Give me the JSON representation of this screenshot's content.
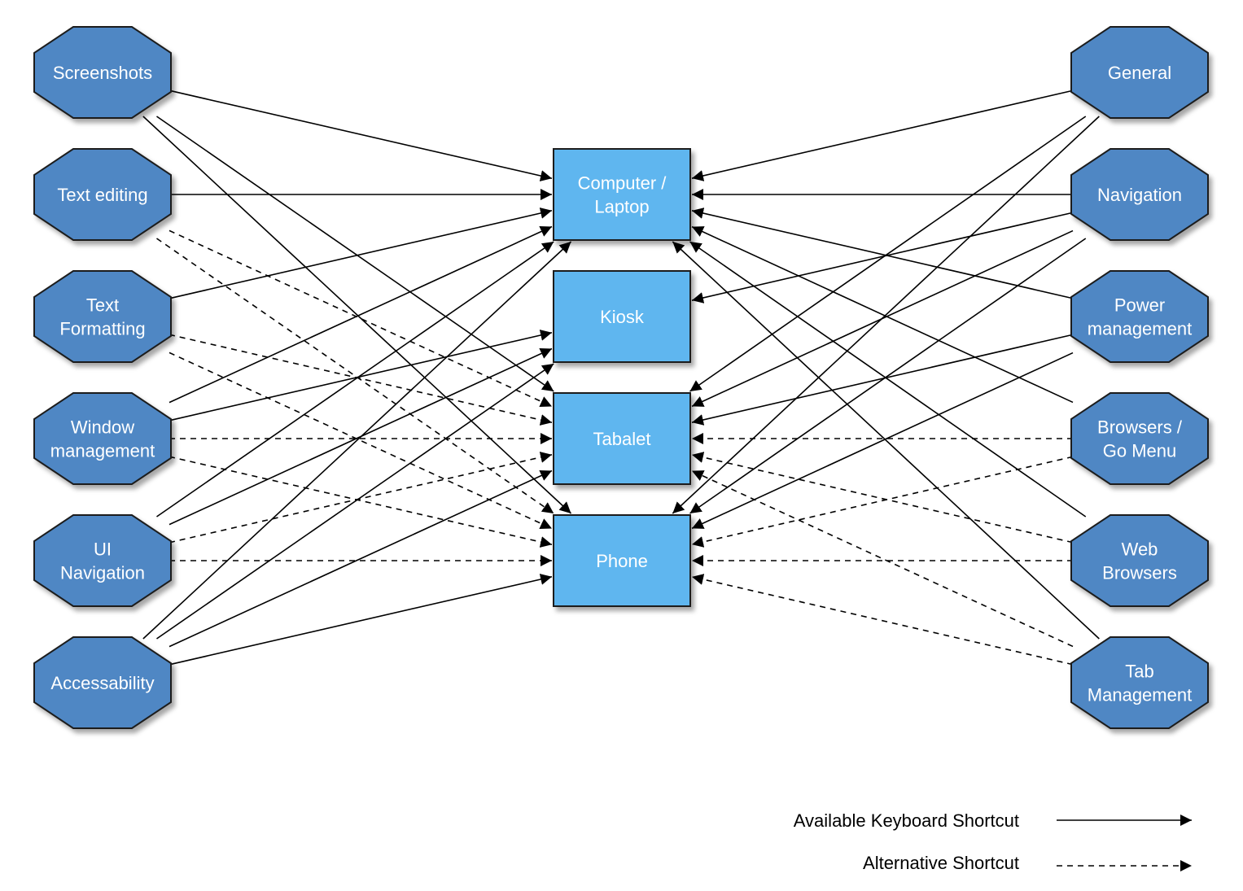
{
  "colors": {
    "octagon_fill": "#4f87c4",
    "octagon_stroke": "#1e1e1e",
    "box_fill": "#5fb6ef",
    "box_stroke": "#1e1e1e",
    "edge": "#000000",
    "shadow": "#999999"
  },
  "left_nodes": [
    {
      "id": "screenshots",
      "lines": [
        "Screenshots"
      ]
    },
    {
      "id": "text-editing",
      "lines": [
        "Text editing"
      ]
    },
    {
      "id": "text-formatting",
      "lines": [
        "Text",
        "Formatting"
      ]
    },
    {
      "id": "window-management",
      "lines": [
        "Window",
        "management"
      ]
    },
    {
      "id": "ui-navigation",
      "lines": [
        "UI",
        "Navigation"
      ]
    },
    {
      "id": "accessability",
      "lines": [
        "Accessability"
      ]
    }
  ],
  "right_nodes": [
    {
      "id": "general",
      "lines": [
        "General"
      ]
    },
    {
      "id": "navigation",
      "lines": [
        "Navigation"
      ]
    },
    {
      "id": "power-management",
      "lines": [
        "Power",
        "management"
      ]
    },
    {
      "id": "browsers-go-menu",
      "lines": [
        "Browsers /",
        "Go Menu"
      ]
    },
    {
      "id": "web-browsers",
      "lines": [
        "Web",
        "Browsers"
      ]
    },
    {
      "id": "tab-management",
      "lines": [
        "Tab",
        "Management"
      ]
    }
  ],
  "devices": [
    {
      "id": "computer-laptop",
      "lines": [
        "Computer /",
        "Laptop"
      ]
    },
    {
      "id": "kiosk",
      "lines": [
        "Kiosk"
      ]
    },
    {
      "id": "tabalet",
      "lines": [
        "Tabalet"
      ]
    },
    {
      "id": "phone",
      "lines": [
        "Phone"
      ]
    }
  ],
  "edges": [
    {
      "from": "screenshots",
      "to": "computer-laptop",
      "style": "solid"
    },
    {
      "from": "screenshots",
      "to": "tabalet",
      "style": "solid"
    },
    {
      "from": "screenshots",
      "to": "phone",
      "style": "solid"
    },
    {
      "from": "text-editing",
      "to": "computer-laptop",
      "style": "solid"
    },
    {
      "from": "text-editing",
      "to": "tabalet",
      "style": "dashed"
    },
    {
      "from": "text-editing",
      "to": "phone",
      "style": "dashed"
    },
    {
      "from": "text-formatting",
      "to": "computer-laptop",
      "style": "solid"
    },
    {
      "from": "text-formatting",
      "to": "tabalet",
      "style": "dashed"
    },
    {
      "from": "text-formatting",
      "to": "phone",
      "style": "dashed"
    },
    {
      "from": "window-management",
      "to": "computer-laptop",
      "style": "solid"
    },
    {
      "from": "window-management",
      "to": "kiosk",
      "style": "solid"
    },
    {
      "from": "window-management",
      "to": "tabalet",
      "style": "dashed"
    },
    {
      "from": "window-management",
      "to": "phone",
      "style": "dashed"
    },
    {
      "from": "ui-navigation",
      "to": "computer-laptop",
      "style": "solid"
    },
    {
      "from": "ui-navigation",
      "to": "kiosk",
      "style": "solid"
    },
    {
      "from": "ui-navigation",
      "to": "tabalet",
      "style": "dashed"
    },
    {
      "from": "ui-navigation",
      "to": "phone",
      "style": "dashed"
    },
    {
      "from": "accessability",
      "to": "computer-laptop",
      "style": "solid"
    },
    {
      "from": "accessability",
      "to": "kiosk",
      "style": "solid"
    },
    {
      "from": "accessability",
      "to": "tabalet",
      "style": "solid"
    },
    {
      "from": "accessability",
      "to": "phone",
      "style": "solid"
    },
    {
      "from": "general",
      "to": "computer-laptop",
      "style": "solid"
    },
    {
      "from": "general",
      "to": "tabalet",
      "style": "solid"
    },
    {
      "from": "general",
      "to": "phone",
      "style": "solid"
    },
    {
      "from": "navigation",
      "to": "computer-laptop",
      "style": "solid"
    },
    {
      "from": "navigation",
      "to": "kiosk",
      "style": "solid"
    },
    {
      "from": "navigation",
      "to": "tabalet",
      "style": "solid"
    },
    {
      "from": "navigation",
      "to": "phone",
      "style": "solid"
    },
    {
      "from": "power-management",
      "to": "computer-laptop",
      "style": "solid"
    },
    {
      "from": "power-management",
      "to": "tabalet",
      "style": "solid"
    },
    {
      "from": "power-management",
      "to": "phone",
      "style": "solid"
    },
    {
      "from": "browsers-go-menu",
      "to": "computer-laptop",
      "style": "solid"
    },
    {
      "from": "browsers-go-menu",
      "to": "tabalet",
      "style": "dashed"
    },
    {
      "from": "browsers-go-menu",
      "to": "phone",
      "style": "dashed"
    },
    {
      "from": "web-browsers",
      "to": "computer-laptop",
      "style": "solid"
    },
    {
      "from": "web-browsers",
      "to": "tabalet",
      "style": "dashed"
    },
    {
      "from": "web-browsers",
      "to": "phone",
      "style": "dashed"
    },
    {
      "from": "tab-management",
      "to": "computer-laptop",
      "style": "solid"
    },
    {
      "from": "tab-management",
      "to": "tabalet",
      "style": "dashed"
    },
    {
      "from": "tab-management",
      "to": "phone",
      "style": "dashed"
    }
  ],
  "legend": {
    "solid_label": "Available Keyboard Shortcut",
    "dashed_label": "Alternative Shortcut"
  }
}
